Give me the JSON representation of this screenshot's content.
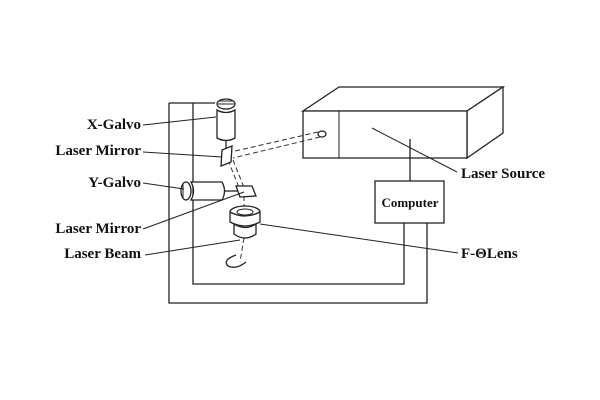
{
  "labels": {
    "x_galvo": "X-Galvo",
    "laser_mirror_1": "Laser Mirror",
    "y_galvo": "Y-Galvo",
    "laser_mirror_2": "Laser Mirror",
    "laser_beam": "Laser Beam",
    "laser_source": "Laser Source",
    "computer": "Computer",
    "f_theta_lens": "F-ΘLens"
  },
  "colors": {
    "line": "#222222",
    "text": "#111111",
    "background": "#ffffff"
  }
}
